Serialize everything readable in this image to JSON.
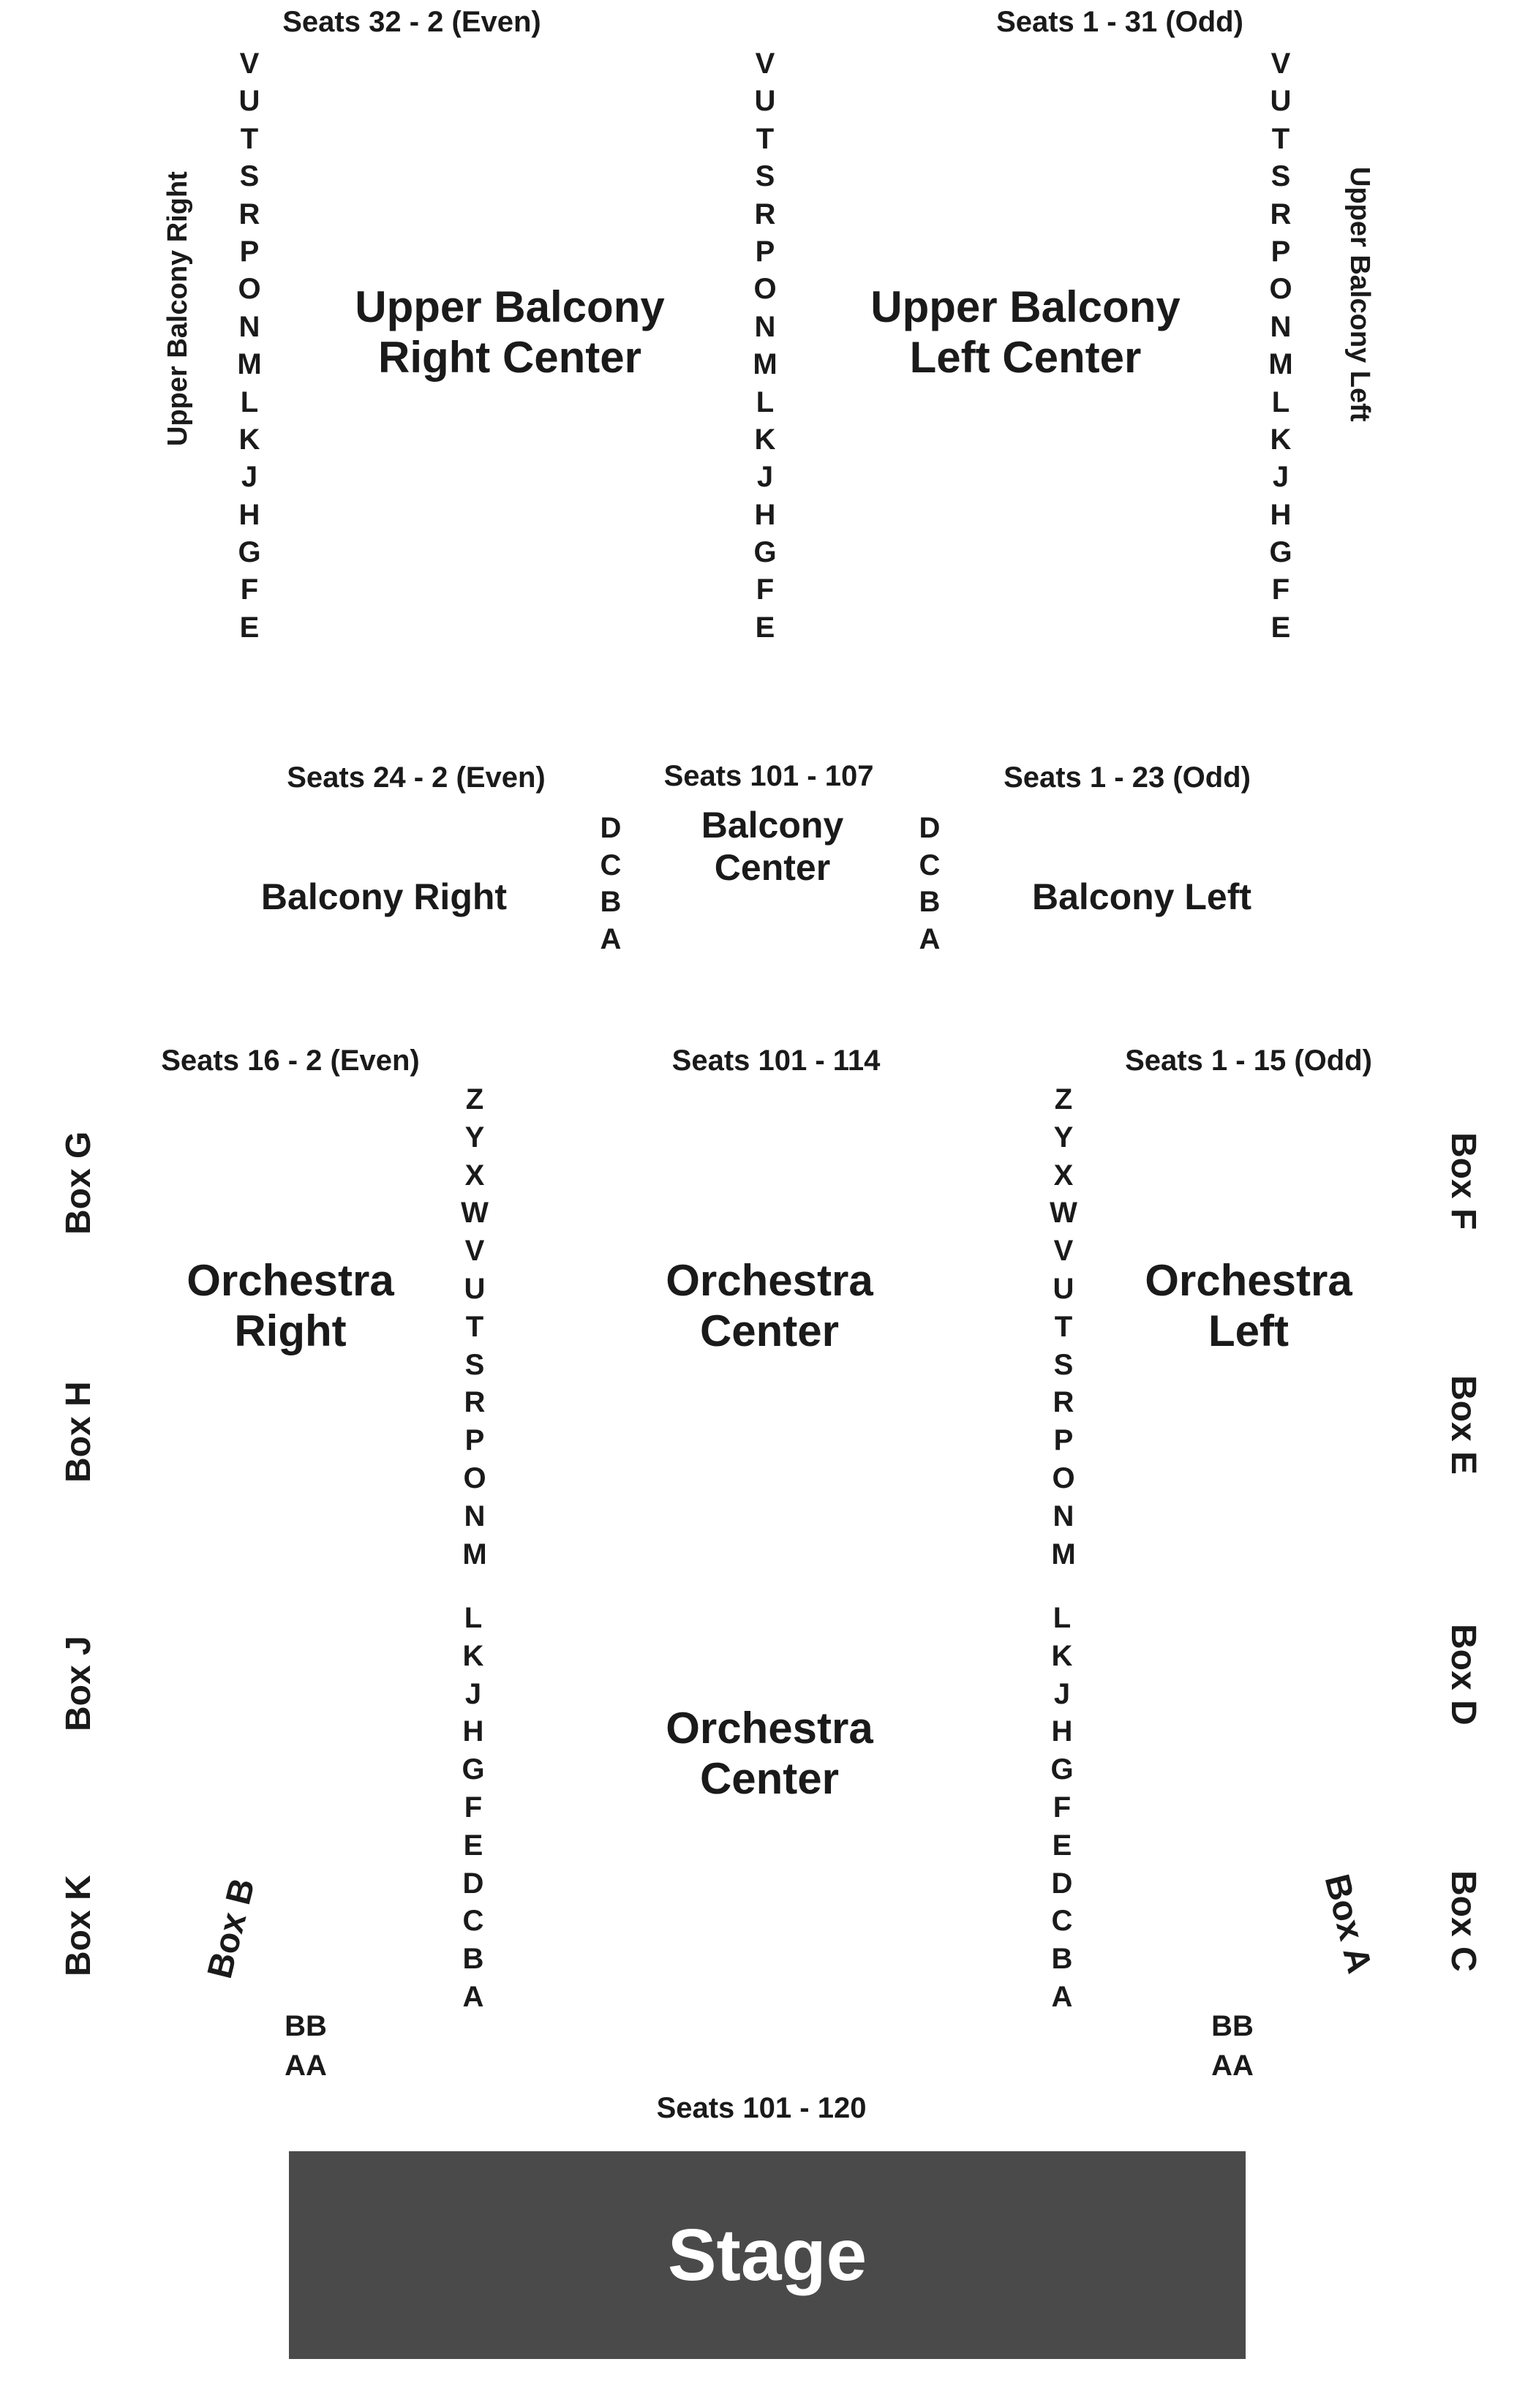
{
  "upper_balcony": {
    "seats_right": "Seats 32 - 2 (Even)",
    "seats_left": "Seats 1 - 31 (Odd)",
    "side_right": "Upper Balcony Right",
    "side_left": "Upper Balcony Left",
    "right_center_line1": "Upper Balcony",
    "right_center_line2": "Right Center",
    "left_center_line1": "Upper Balcony",
    "left_center_line2": "Left Center",
    "rows": [
      "V",
      "U",
      "T",
      "S",
      "R",
      "P",
      "O",
      "N",
      "M",
      "L",
      "K",
      "J",
      "H",
      "G",
      "F",
      "E"
    ]
  },
  "balcony": {
    "seats_right": "Seats 24 - 2 (Even)",
    "seats_center": "Seats 101 - 107",
    "seats_left": "Seats 1 - 23 (Odd)",
    "right_label": "Balcony Right",
    "center_line1": "Balcony",
    "center_line2": "Center",
    "left_label": "Balcony Left",
    "rows": [
      "D",
      "C",
      "B",
      "A"
    ]
  },
  "orchestra": {
    "seats_right": "Seats 16 - 2 (Even)",
    "seats_center": "Seats 101 - 114",
    "seats_left": "Seats 1 - 15 (Odd)",
    "seats_front": "Seats 101 - 120",
    "right_line1": "Orchestra",
    "right_line2": "Right",
    "center_line1": "Orchestra",
    "center_line2": "Center",
    "left_line1": "Orchestra",
    "left_line2": "Left",
    "front_center_line1": "Orchestra",
    "front_center_line2": "Center",
    "rows_upper": [
      "Z",
      "Y",
      "X",
      "W",
      "V",
      "U",
      "T",
      "S",
      "R",
      "P",
      "O",
      "N",
      "M"
    ],
    "rows_lower": [
      "L",
      "K",
      "J",
      "H",
      "G",
      "F",
      "E",
      "D",
      "C",
      "B",
      "A"
    ],
    "rows_front": [
      "BB",
      "AA"
    ]
  },
  "boxes": {
    "g": "Box G",
    "h": "Box H",
    "j": "Box J",
    "k": "Box K",
    "b": "Box B",
    "f": "Box F",
    "e": "Box E",
    "d": "Box D",
    "c": "Box C",
    "a": "Box A"
  },
  "stage": {
    "label": "Stage"
  }
}
